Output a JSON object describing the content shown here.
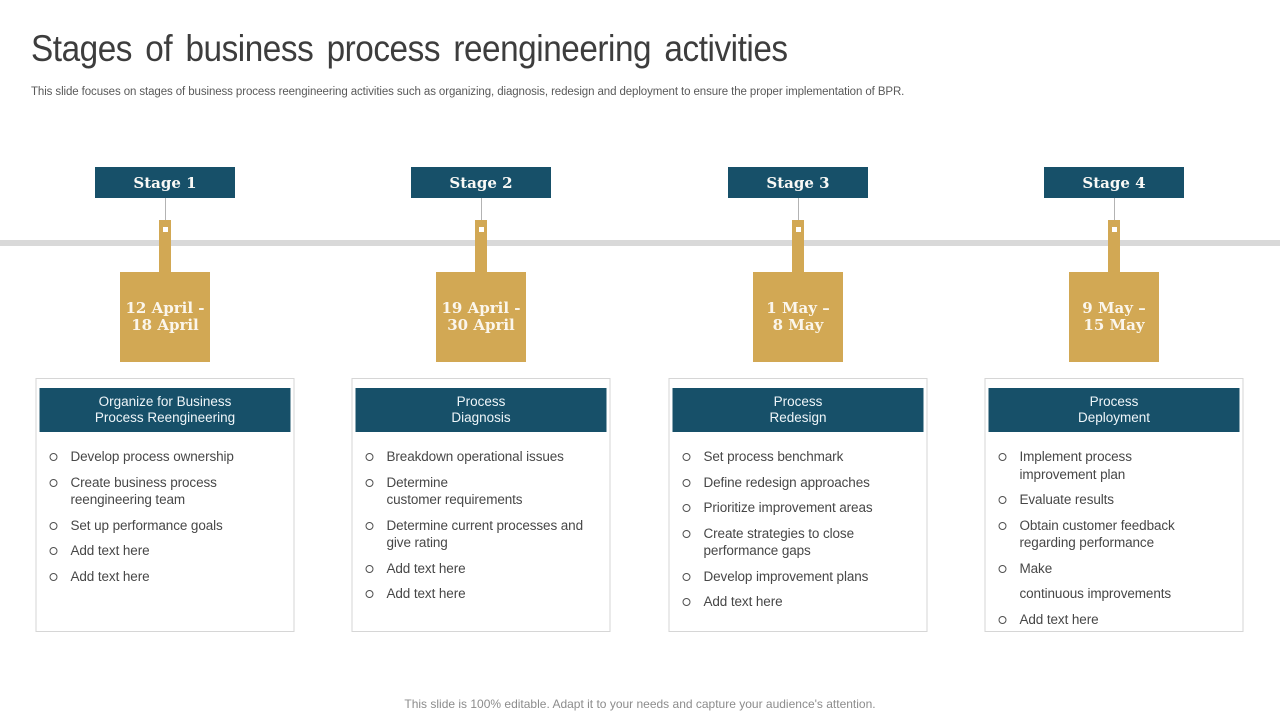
{
  "slide": {
    "title": "Stages of business process reengineering activities",
    "subtitle": "This slide focuses on stages of business process reengineering activities such as organizing, diagnosis, redesign and deployment to ensure the proper implementation of BPR.",
    "footer": "This slide is 100% editable. Adapt it to your needs and capture your audience's attention."
  },
  "colors": {
    "teal": "#175069",
    "gold": "#d2a854",
    "band": "#d9d9d9"
  },
  "icons": {
    "bullet": "hollow-circle-bullet",
    "timeline_marker": "small-square-marker"
  },
  "stages": [
    {
      "label": "Stage 1",
      "date_range": "12 April -\n18 April",
      "card_title": "Organize for Business\nProcess Reengineering",
      "activities": [
        {
          "text": "Develop process ownership",
          "bullet": true
        },
        {
          "text": "Create business process\nreengineering team",
          "bullet": true
        },
        {
          "text": "Set up performance goals",
          "bullet": true
        },
        {
          "text": "Add text here",
          "bullet": true
        },
        {
          "text": "Add text here",
          "bullet": true
        }
      ]
    },
    {
      "label": "Stage 2",
      "date_range": "19 April -\n30 April",
      "card_title": "Process\nDiagnosis",
      "activities": [
        {
          "text": "Breakdown operational issues",
          "bullet": true
        },
        {
          "text": "Determine\ncustomer requirements",
          "bullet": true
        },
        {
          "text": "Determine current processes and\ngive rating",
          "bullet": true
        },
        {
          "text": "Add text here",
          "bullet": true
        },
        {
          "text": "Add text here",
          "bullet": true
        }
      ]
    },
    {
      "label": "Stage 3",
      "date_range": "1 May –\n8 May",
      "card_title": "Process\nRedesign",
      "activities": [
        {
          "text": "Set process benchmark",
          "bullet": true
        },
        {
          "text": "Define redesign approaches",
          "bullet": true
        },
        {
          "text": "Prioritize improvement areas",
          "bullet": true
        },
        {
          "text": "Create strategies to close\nperformance gaps",
          "bullet": true
        },
        {
          "text": "Develop improvement plans",
          "bullet": true
        },
        {
          "text": "Add text here",
          "bullet": true
        }
      ]
    },
    {
      "label": "Stage 4",
      "date_range": "9 May –\n15 May",
      "card_title": "Process\nDeployment",
      "activities": [
        {
          "text": "Implement process\nimprovement plan",
          "bullet": true
        },
        {
          "text": "Evaluate results",
          "bullet": true
        },
        {
          "text": "Obtain customer feedback\nregarding performance",
          "bullet": true
        },
        {
          "text": "Make",
          "bullet": true
        },
        {
          "text": "continuous improvements",
          "bullet": false
        },
        {
          "text": "Add text here",
          "bullet": true
        }
      ]
    }
  ]
}
